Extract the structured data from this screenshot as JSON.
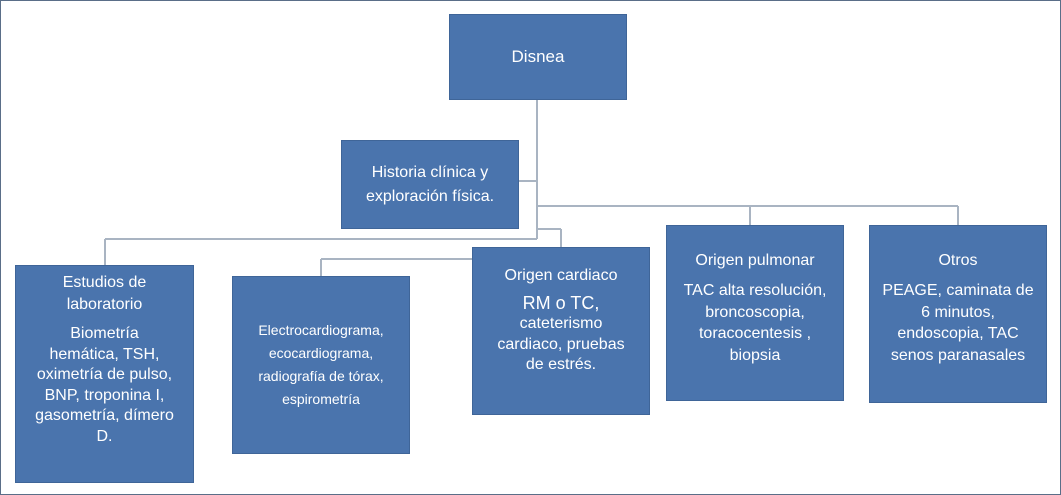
{
  "diagram": {
    "root": "Disnea",
    "history": "Historia clínica y\nexploración física.",
    "lab": {
      "title": "Estudios de\nlaboratorio",
      "body": "Biometría\nhemática, TSH,\noximetría de pulso,\nBNP, troponina I,\ngasometría, dímero\nD."
    },
    "imaging": {
      "body": "Electrocardiograma,\necocardiograma,\nradiografía de tórax,\nespirometría"
    },
    "cardiac": {
      "title": "Origen cardiaco",
      "body1": "RM o TC,",
      "body2": "cateterismo\ncardiaco, pruebas\nde estrés."
    },
    "pulmonary": {
      "title": "Origen pulmonar",
      "body": "TAC alta resolución,\nbroncoscopia,\ntoracocentesis ,\nbiopsia"
    },
    "others": {
      "title": "Otros",
      "body": "PEAGE, caminata de\n6 minutos,\nendoscopia,  TAC\nsenos paranasales"
    }
  },
  "colors": {
    "box_fill": "#4a74ad",
    "box_border": "#3f6598",
    "connector": "#a9b4c2",
    "text": "#ffffff"
  }
}
